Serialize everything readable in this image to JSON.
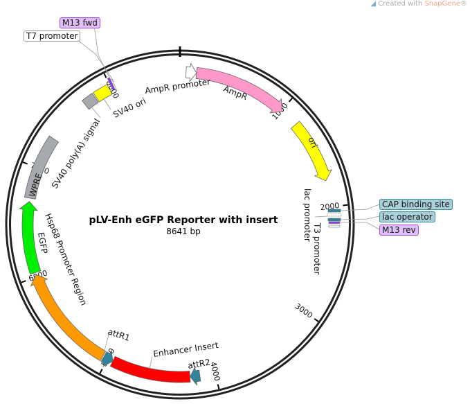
{
  "watermark": {
    "prefix": "Created with ",
    "brand": "SnapGene",
    "suffix": "®"
  },
  "plasmid": {
    "name": "pLV-Enh eGFP Reporter with insert",
    "length_label": "8641 bp",
    "length_bp": 8641
  },
  "ticks": [
    {
      "bp": 1000,
      "label": "1000"
    },
    {
      "bp": 2000,
      "label": "2000"
    },
    {
      "bp": 3000,
      "label": "3000"
    },
    {
      "bp": 4000,
      "label": "4000"
    },
    {
      "bp": 5000,
      "label": "5000"
    },
    {
      "bp": 6000,
      "label": "6000"
    },
    {
      "bp": 7000,
      "label": "7000"
    },
    {
      "bp": 8000,
      "label": "8000"
    }
  ],
  "features": [
    {
      "id": "ampr-promoter",
      "label": "AmpR promoter",
      "start": 55,
      "end": 150,
      "dir": 1,
      "color": "#ffffff"
    },
    {
      "id": "ampr",
      "label": "AmpR",
      "start": 150,
      "end": 1010,
      "dir": 1,
      "color": "#ff99cc"
    },
    {
      "id": "ori",
      "label": "ori",
      "start": 1180,
      "end": 1760,
      "dir": 1,
      "color": "#ffff00"
    },
    {
      "id": "attr2",
      "label": "attR2",
      "start": 4140,
      "end": 4230,
      "dir": 1,
      "color": "#31849b"
    },
    {
      "id": "enhancer-insert",
      "label": "Enhancer Insert",
      "start": 4230,
      "end": 4950,
      "dir": 0,
      "color": "#ff0000"
    },
    {
      "id": "attr1",
      "label": "attR1",
      "start": 4950,
      "end": 5040,
      "dir": -1,
      "color": "#31849b"
    },
    {
      "id": "hsp68-promoter",
      "label": "Hsp68 Promoter Region",
      "start": 5050,
      "end": 6020,
      "dir": 1,
      "color": "#ff9900"
    },
    {
      "id": "egfp",
      "label": "EGFP",
      "start": 6040,
      "end": 6690,
      "dir": 1,
      "color": "#00ee00"
    },
    {
      "id": "wpre",
      "label": "WPRE",
      "start": 6720,
      "end": 7300,
      "dir": 0,
      "color": "#a6a9ad"
    },
    {
      "id": "sv40-polya",
      "label": "SV40 poly(A) signal",
      "start": 7720,
      "end": 7830,
      "dir": 0,
      "color": "#a6a9ad"
    },
    {
      "id": "sv40-ori",
      "label": "SV40 ori",
      "start": 7840,
      "end": 7980,
      "dir": 0,
      "color": "#ffff00"
    }
  ],
  "callouts": {
    "m13_fwd": "M13 fwd",
    "t7_promoter": "T7 promoter",
    "cap_binding_site": "CAP binding site",
    "lac_operator": "lac operator",
    "m13_rev": "M13 rev"
  },
  "inner_labels": {
    "lac_promoter": "lac promoter",
    "t3_promoter": "T3 promoter"
  }
}
